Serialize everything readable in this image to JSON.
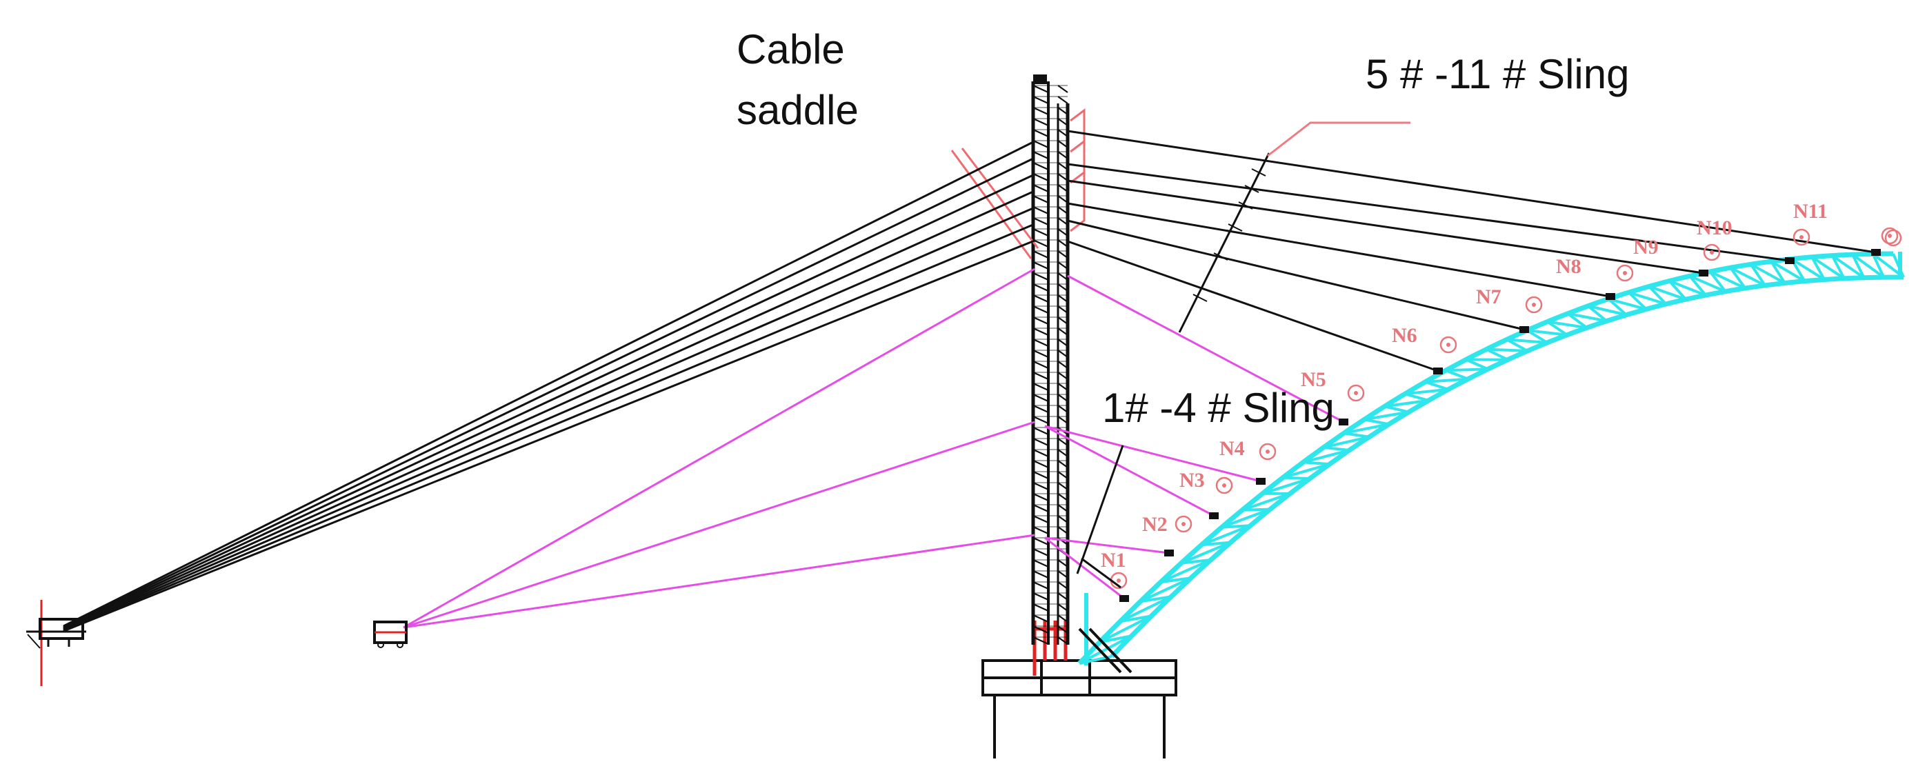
{
  "diagram": {
    "callouts": {
      "cable_saddle_line1": "Cable",
      "cable_saddle_line2": "saddle",
      "upper_slings": "5 # -11 # Sling",
      "lower_slings": "1# -4 # Sling"
    },
    "nodes": [
      "N1",
      "N2",
      "N3",
      "N4",
      "N5",
      "N6",
      "N7",
      "N8",
      "N9",
      "N10",
      "N11"
    ],
    "colors": {
      "cable": "#111111",
      "lower_sling": "#e64ce6",
      "arch_truss": "#2ee6ec",
      "node_label": "#e8757a",
      "leader": "#ef7a80",
      "anchor_red": "#e02222"
    }
  }
}
